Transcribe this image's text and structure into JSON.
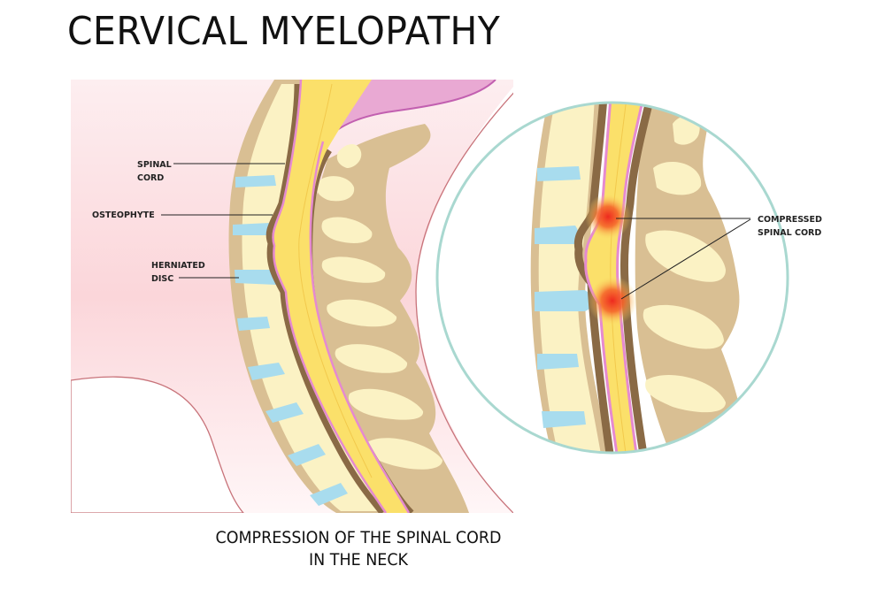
{
  "title": "CERVICAL MYELOPATHY",
  "caption": {
    "line1": "COMPRESSION OF THE SPINAL CORD",
    "line2": "IN THE NECK"
  },
  "labels": {
    "spinal_cord": [
      "SPINAL",
      "CORD"
    ],
    "osteophyte": "OSTEOPHYTE",
    "herniated_disc": [
      "HERNIATED",
      "DISC"
    ],
    "compressed_spinal_cord": [
      "COMPRESSED",
      "SPINAL CORD"
    ]
  },
  "colors": {
    "skin_pink": "#fbd9dc",
    "skin_outline": "#c8737a",
    "bone_tan": "#d9bf93",
    "vertebra_body": "#fbf2c4",
    "disc_blue": "#a8dcee",
    "cord_yellow": "#fbe06a",
    "dura_pink": "#e58ad0",
    "dark_brown": "#8a6a45",
    "brain_pink": "#e9a9d3",
    "compression_red": "#ef3b24",
    "zoom_circle": "#a9d8d0"
  }
}
